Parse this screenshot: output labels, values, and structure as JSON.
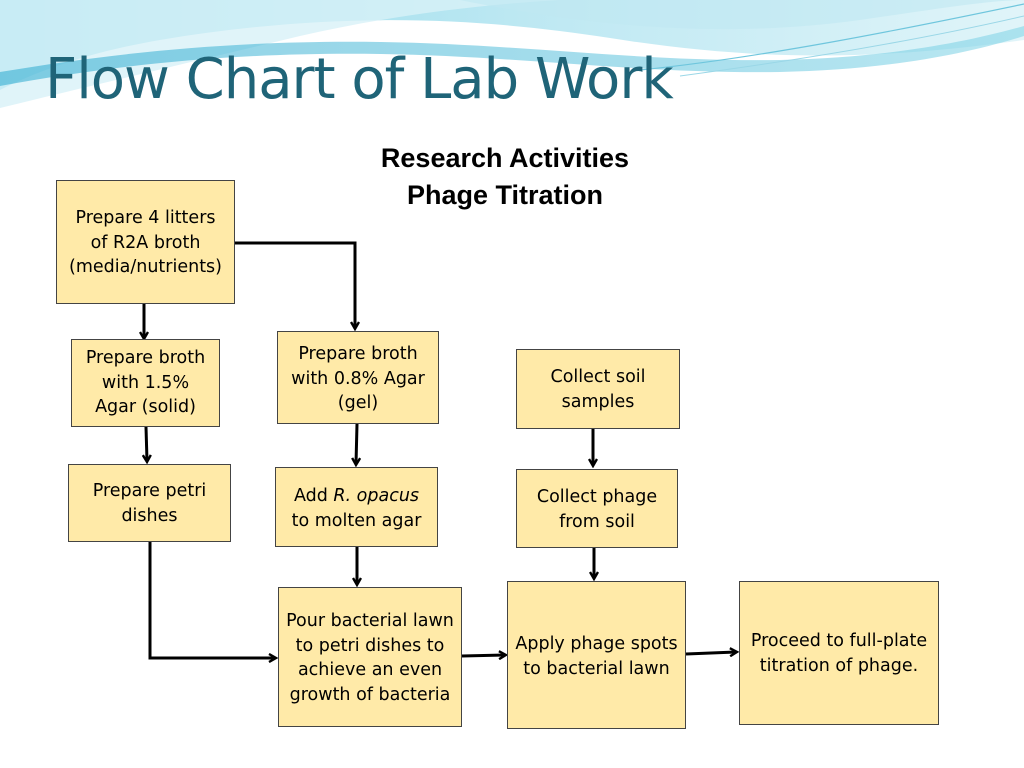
{
  "slide": {
    "title": "Flow Chart of Lab Work",
    "heading_line1": "Research Activities",
    "heading_line2": "Phage Titration"
  },
  "steps": {
    "prepare_broth": [
      "Prepare 4 litters",
      "of R2A broth",
      "(media/nutrients)"
    ],
    "agar_solid": [
      "Prepare broth",
      "with 1.5%",
      "Agar (solid)"
    ],
    "agar_gel": [
      "Prepare broth",
      "with 0.8% Agar",
      "(gel)"
    ],
    "collect_soil": [
      "Collect soil",
      "samples"
    ],
    "petri_dishes": [
      "Prepare petri",
      "dishes"
    ],
    "add_opacus": {
      "prefix": "Add ",
      "species": "R. opacus",
      "line2": "to molten agar"
    },
    "collect_phage": [
      "Collect phage",
      "from soil"
    ],
    "pour_lawn": [
      "Pour bacterial lawn",
      "to petri dishes to",
      "achieve an even",
      "growth of bacteria"
    ],
    "apply_spots": [
      "Apply phage spots",
      "to bacterial lawn"
    ],
    "full_plate": [
      "Proceed to full-plate",
      "titration of phage."
    ]
  },
  "colors": {
    "box_fill": "#ffeaa8",
    "title": "#1f6478",
    "wave": "#3fb7d6"
  }
}
